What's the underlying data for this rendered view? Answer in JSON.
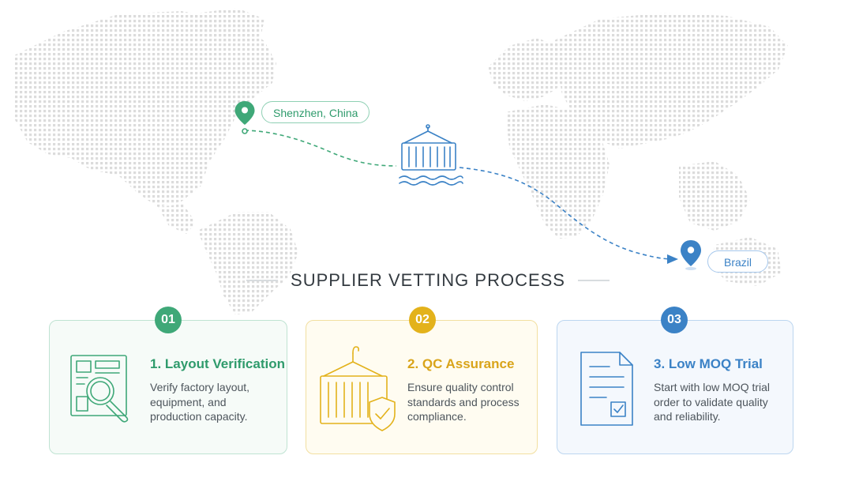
{
  "route": {
    "origin_label": "Shenzhen, China",
    "destination_label": "Brazil"
  },
  "colors": {
    "green": "#3fa878",
    "yellow": "#e3b21b",
    "blue": "#3b82c6",
    "map_dots": "#dcdcdc"
  },
  "title": "SUPPLIER VETTING PROCESS",
  "steps": [
    {
      "badge": "01",
      "title": "1. Layout Verification",
      "description": "Verify factory layout, equipment, and production capacity.",
      "icon": "factory-layout-magnifier-icon"
    },
    {
      "badge": "02",
      "title": "2. QC Assurance",
      "description": "Ensure quality control standards and process compliance.",
      "icon": "container-shield-check-icon"
    },
    {
      "badge": "03",
      "title": "3. Low MOQ Trial",
      "description": "Start with low MOQ trial order to validate quality and reliability.",
      "icon": "document-checklist-icon"
    }
  ]
}
